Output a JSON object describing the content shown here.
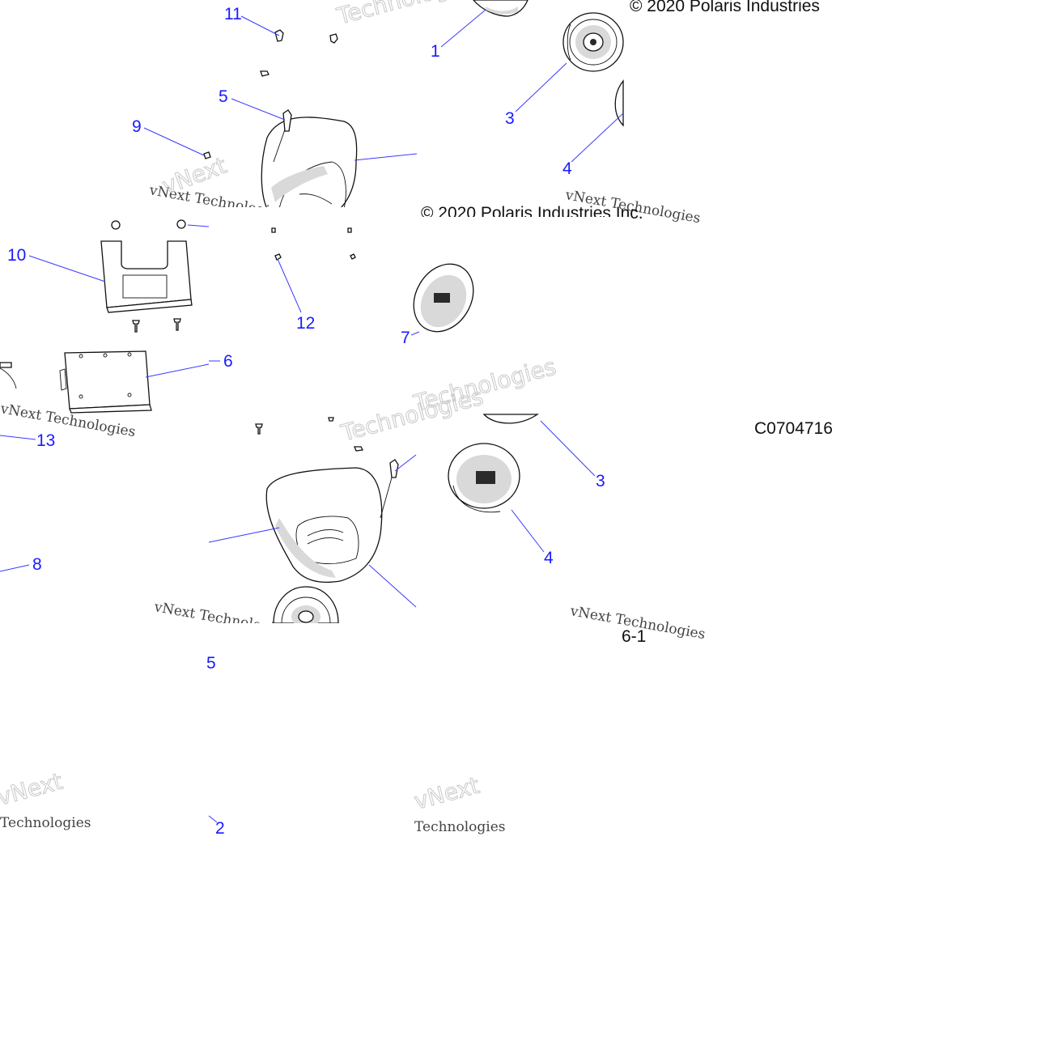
{
  "diagram": {
    "copyright_top": "© 2020 Polaris Industries",
    "copyright_mid": "© 2020 Polaris Industries Inc.",
    "figure_id": "C0704716",
    "page_fragment": "6-1",
    "watermark_small": "vNext Technologies",
    "watermark_big_a": "vNext",
    "watermark_big_b": "Technologies",
    "callouts": {
      "c1": "1",
      "c2": "2",
      "c3a": "3",
      "c3b": "3",
      "c4a": "4",
      "c4b": "4",
      "c5a": "5",
      "c5b": "5",
      "c6": "6",
      "c7": "7",
      "c8": "8",
      "c9": "9",
      "c10": "10",
      "c11": "11",
      "c12": "12",
      "c13": "13"
    }
  }
}
